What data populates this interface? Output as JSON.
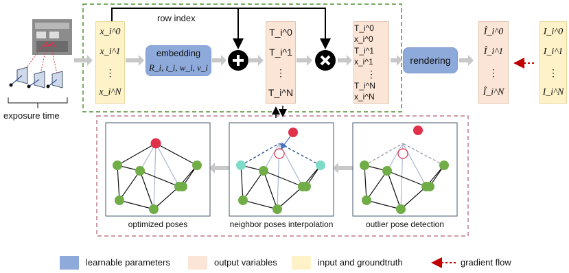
{
  "top": {
    "row_index_label": "row index",
    "exposure_time_label": "exposure time",
    "input_col": [
      "x_i^0",
      "x_i^1",
      "⋮",
      "x_i^N"
    ],
    "embedding": {
      "title": "embedding",
      "params": "R_i, t_i, w_i, v_i"
    },
    "pose_col": [
      "T_i^0",
      "T_i^1",
      "⋮",
      "T_i^N"
    ],
    "product_col": [
      "T_i^0 x_i^0",
      "T_i^1 x_i^1",
      "⋮",
      "T_i^N x_i^N"
    ],
    "rendering_label": "rendering",
    "rendered_col": [
      "Î_i^0",
      "Î_i^1",
      "⋮",
      "Î_i^N"
    ],
    "gt_col": [
      "I_i^0",
      "I_i^1",
      "⋮",
      "I_i^N"
    ]
  },
  "bottom": {
    "captions": [
      "optimized poses",
      "neighbor poses interpolation",
      "outlier pose detection"
    ]
  },
  "legend": [
    {
      "label": "learnable parameters",
      "color": "#8eaadb"
    },
    {
      "label": "output variables",
      "color": "#fbe5d6"
    },
    {
      "label": "input and groundtruth",
      "color": "#fdf2c8"
    },
    {
      "label": "gradient flow",
      "color": "#c00000"
    }
  ],
  "colors": {
    "node_green": "#70ad47",
    "node_red": "#e0304a",
    "node_cyan": "#7fdcc8",
    "dash_green": "#4e8f2e",
    "dash_pink": "#c07b8c",
    "arrow_gray": "#bfbfbf"
  }
}
